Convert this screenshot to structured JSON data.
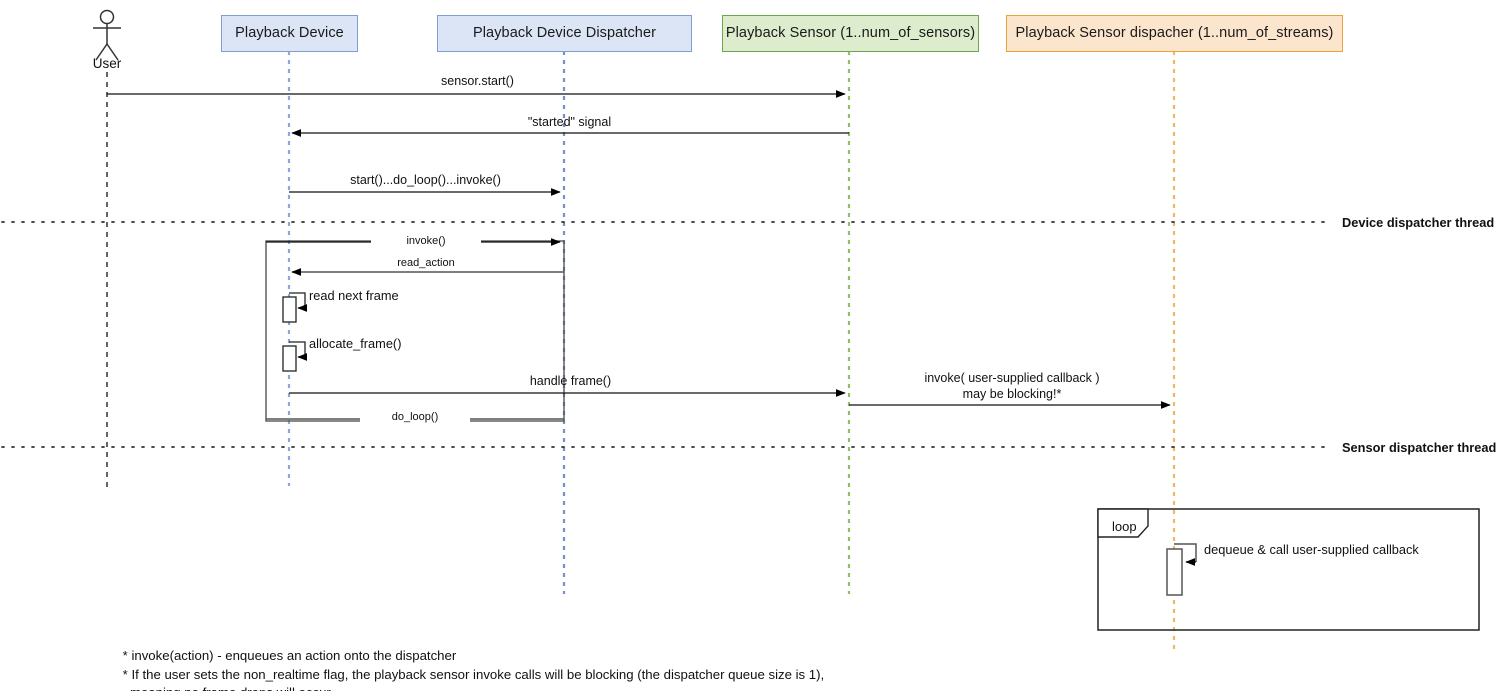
{
  "diagram": {
    "type": "uml-sequence-diagram",
    "actor": {
      "name": "User"
    },
    "participants": [
      {
        "id": "playback-device",
        "label": "Playback Device",
        "fill": "#dbe5f5",
        "stroke": "#7f9fcf",
        "lifeline_color": "#8aa9d6"
      },
      {
        "id": "playback-device-dispatcher",
        "label": "Playback Device Dispatcher",
        "fill": "#dbe5f5",
        "stroke": "#7f9fcf",
        "lifeline_color": "#6f93c9"
      },
      {
        "id": "playback-sensor",
        "label": "Playback Sensor (1..num_of_sensors)",
        "fill": "#ddeccd",
        "stroke": "#6aa84f",
        "lifeline_color": "#8fbf6a"
      },
      {
        "id": "playback-sensor-dispatcher",
        "label": "Playback Sensor dispacher (1..num_of_streams)",
        "fill": "#fce5cd",
        "stroke": "#e8a33d",
        "lifeline_color": "#f0b860"
      }
    ],
    "messages": [
      {
        "id": "sensor-start",
        "label": "sensor.start()",
        "from": "User",
        "to": "Playback Sensor",
        "direction": "right"
      },
      {
        "id": "started-signal",
        "label": "\"started\" signal",
        "from": "Playback Sensor",
        "to": "Playback Device",
        "direction": "left"
      },
      {
        "id": "start-do-loop-invoke",
        "label": "start()...do_loop()...invoke()",
        "from": "Playback Device",
        "to": "Playback Device Dispatcher",
        "direction": "right"
      },
      {
        "id": "invoke",
        "label": "invoke()",
        "from": "Playback Device",
        "to": "Playback Device Dispatcher",
        "direction": "right"
      },
      {
        "id": "read-action",
        "label": "read_action",
        "from": "Playback Device Dispatcher",
        "to": "Playback Device",
        "direction": "left"
      },
      {
        "id": "read-next-frame",
        "label": "read next frame",
        "from": "Playback Device",
        "to": "Playback Device",
        "direction": "self"
      },
      {
        "id": "allocate-frame",
        "label": "allocate_frame()",
        "from": "Playback Device",
        "to": "Playback Device",
        "direction": "self"
      },
      {
        "id": "handle-frame",
        "label": "handle frame()",
        "from": "Playback Device",
        "to": "Playback Sensor",
        "direction": "right"
      },
      {
        "id": "invoke-callback",
        "label": "invoke( user-supplied callback )",
        "label_line2": "may be blocking!*",
        "from": "Playback Sensor",
        "to": "Playback Sensor dispacher",
        "direction": "right"
      },
      {
        "id": "do-loop",
        "label": "do_loop()",
        "from": "Playback Device",
        "to": "Playback Device Dispatcher",
        "direction": "right"
      }
    ],
    "separators": [
      {
        "id": "device-dispatcher-thread",
        "label": "Device dispatcher thread"
      },
      {
        "id": "sensor-dispatcher-thread",
        "label": "Sensor dispatcher thread"
      }
    ],
    "fragment": {
      "id": "loop-fragment",
      "operator": "loop",
      "message": "dequeue & call user-supplied callback"
    },
    "footnotes": [
      "* invoke(action) - enqueues an action onto the dispatcher",
      "* If the user sets the non_realtime flag, the playback sensor invoke calls will be blocking (the dispatcher queue size is 1),",
      "  meaning no frame drops will occur."
    ]
  }
}
